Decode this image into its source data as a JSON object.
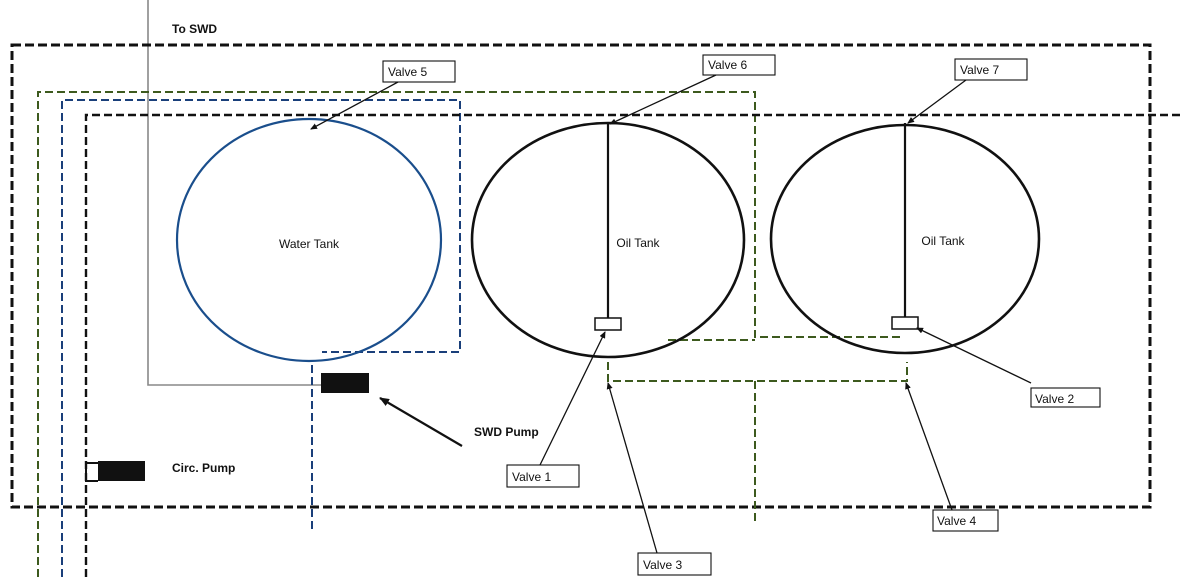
{
  "tanks": [
    {
      "name": "Water Tank",
      "color": "#1a4e8c"
    },
    {
      "name": "Oil Tank",
      "color": "#111111"
    },
    {
      "name": "Oil Tank",
      "color": "#111111"
    }
  ],
  "valves": [
    "Valve 1",
    "Valve 2",
    "Valve 3",
    "Valve 4",
    "Valve 5",
    "Valve 6",
    "Valve 7"
  ],
  "labels": {
    "to_swd": "To SWD",
    "swd_pump": "SWD Pump",
    "circ_pump": "Circ. Pump"
  },
  "colors": {
    "black_line": "#111111",
    "green_line": "#3d5a1e",
    "blue_line": "#1a3f7a",
    "gray_line": "#888888"
  }
}
